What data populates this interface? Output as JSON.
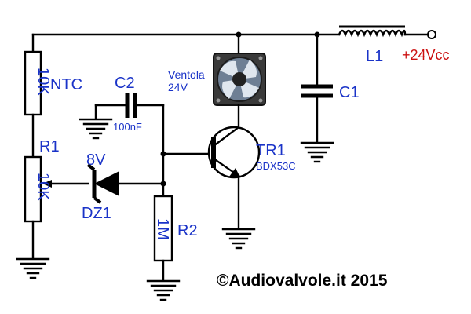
{
  "components": {
    "ntc": {
      "name": "NTC",
      "value": "10K"
    },
    "r1": {
      "name": "R1",
      "value": "10K"
    },
    "c2": {
      "name": "C2",
      "value": "100nF"
    },
    "fan": {
      "name": "Ventola",
      "rating": "24V"
    },
    "tr1": {
      "name": "TR1",
      "part": "BDX53C"
    },
    "dz1": {
      "name": "DZ1",
      "value": "8V"
    },
    "r2": {
      "name": "R2",
      "value": "1M"
    },
    "c1": {
      "name": "C1"
    },
    "l1": {
      "name": "L1"
    },
    "supply": {
      "label": "+24Vcc",
      "color": "#cc1010"
    }
  },
  "copyright": "©Audiovalvole.it 2015",
  "colors": {
    "labels": "#1a33c8",
    "wires": "#000000",
    "supply": "#cc1010",
    "fan_frame": "#3a3a3a"
  }
}
